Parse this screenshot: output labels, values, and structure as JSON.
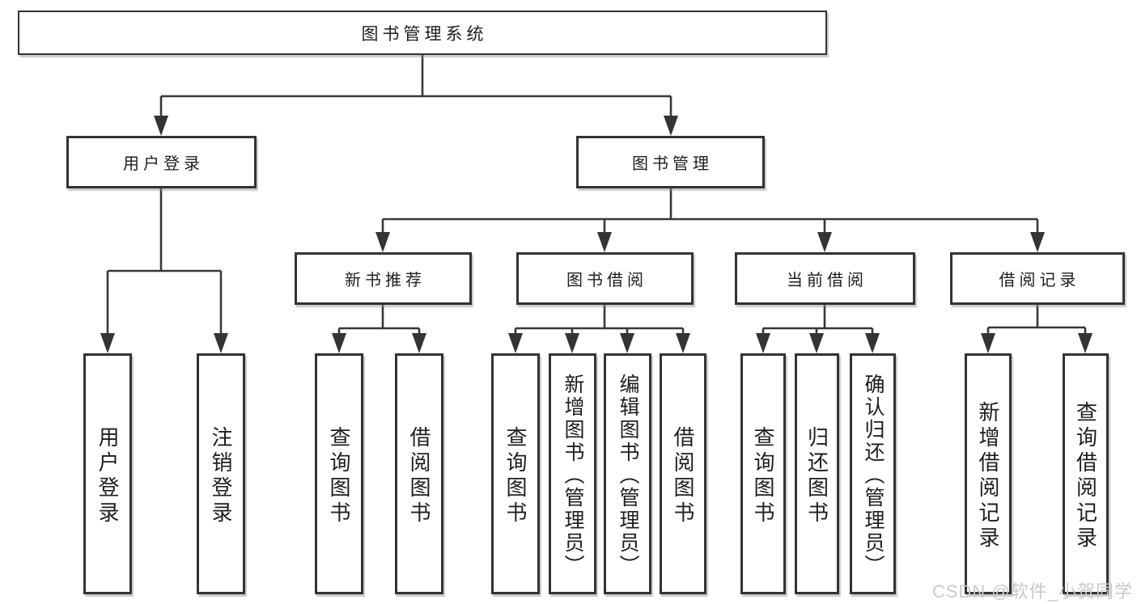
{
  "diagram_type": "tree",
  "nodes": {
    "root": {
      "label": "图书管理系统"
    },
    "userLogin": {
      "label": "用户登录"
    },
    "bookMgmt": {
      "label": "图书管理"
    },
    "newBookRec": {
      "label": "新书推荐"
    },
    "bookBorrow": {
      "label": "图书借阅"
    },
    "currentBorrow": {
      "label": "当前借阅"
    },
    "borrowRecords": {
      "label": "借阅记录"
    },
    "leafUserLogin": {
      "label": "用户登录"
    },
    "leafLogout": {
      "label": "注销登录"
    },
    "leafQueryBook1": {
      "label": "查询图书"
    },
    "leafBorrowBook1": {
      "label": "借阅图书"
    },
    "leafQueryBook2": {
      "label": "查询图书"
    },
    "leafAddBook": {
      "label": "新增图书（管理员）"
    },
    "leafEditBook": {
      "label": "编辑图书（管理员）"
    },
    "leafBorrowBook2": {
      "label": "借阅图书"
    },
    "leafQueryBook3": {
      "label": "查询图书"
    },
    "leafReturnBook": {
      "label": "归还图书"
    },
    "leafConfirmReturn": {
      "label": "确认归还（管理员）"
    },
    "leafAddRecord": {
      "label": "新增借阅记录"
    },
    "leafQueryRecord": {
      "label": "查询借阅记录"
    }
  },
  "edges": [
    [
      "root",
      "userLogin"
    ],
    [
      "root",
      "bookMgmt"
    ],
    [
      "userLogin",
      "leafUserLogin"
    ],
    [
      "userLogin",
      "leafLogout"
    ],
    [
      "bookMgmt",
      "newBookRec"
    ],
    [
      "bookMgmt",
      "bookBorrow"
    ],
    [
      "bookMgmt",
      "currentBorrow"
    ],
    [
      "bookMgmt",
      "borrowRecords"
    ],
    [
      "newBookRec",
      "leafQueryBook1"
    ],
    [
      "newBookRec",
      "leafBorrowBook1"
    ],
    [
      "bookBorrow",
      "leafQueryBook2"
    ],
    [
      "bookBorrow",
      "leafAddBook"
    ],
    [
      "bookBorrow",
      "leafEditBook"
    ],
    [
      "bookBorrow",
      "leafBorrowBook2"
    ],
    [
      "currentBorrow",
      "leafQueryBook3"
    ],
    [
      "currentBorrow",
      "leafReturnBook"
    ],
    [
      "currentBorrow",
      "leafConfirmReturn"
    ],
    [
      "borrowRecords",
      "leafAddRecord"
    ],
    [
      "borrowRecords",
      "leafQueryRecord"
    ]
  ],
  "colors": {
    "line": "#383838",
    "border": "#333333",
    "text": "#1e1e1e",
    "watermark": "#c9c9c9"
  },
  "watermark": "CSDN @软件_小贺同学"
}
